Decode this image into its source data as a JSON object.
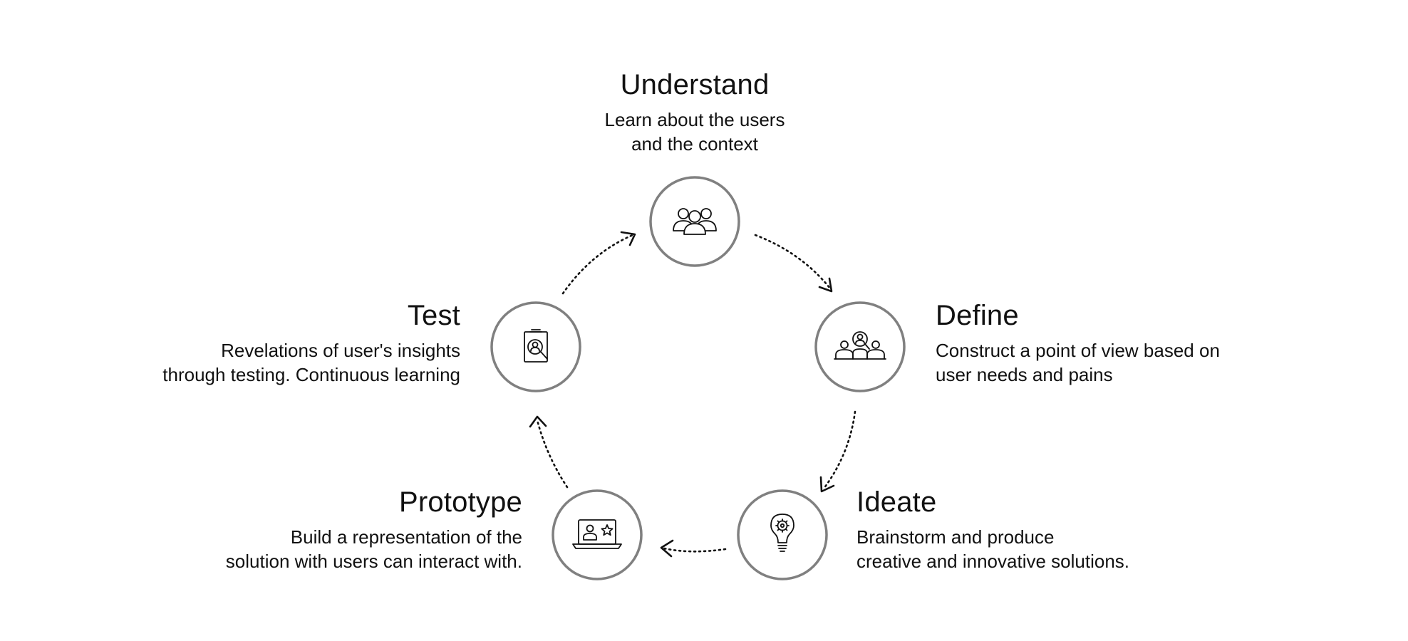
{
  "stages": [
    {
      "id": "understand",
      "title": "Understand",
      "description": [
        "Learn about the users",
        "and the context"
      ],
      "icon": "users-group-icon"
    },
    {
      "id": "define",
      "title": "Define",
      "description": [
        "Construct a point of view based on",
        "user needs and pains"
      ],
      "icon": "user-research-group-icon"
    },
    {
      "id": "ideate",
      "title": "Ideate",
      "description": [
        "Brainstorm and produce",
        "creative and innovative solutions."
      ],
      "icon": "lightbulb-gear-icon"
    },
    {
      "id": "prototype",
      "title": "Prototype",
      "description": [
        "Build a representation of the",
        "solution with users can interact with."
      ],
      "icon": "laptop-user-star-icon"
    },
    {
      "id": "test",
      "title": "Test",
      "description": [
        "Revelations of user's insights",
        "through testing. Continuous learning"
      ],
      "icon": "document-magnifier-icon"
    }
  ],
  "colors": {
    "circle_stroke": "#808080",
    "text": "#111111",
    "background": "#ffffff"
  }
}
